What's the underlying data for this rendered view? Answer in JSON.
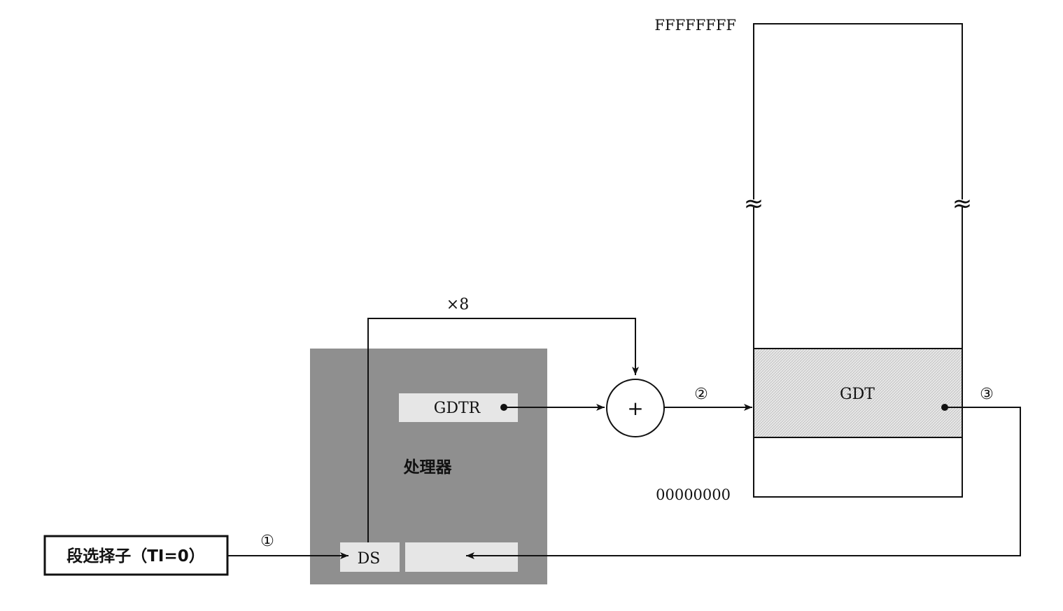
{
  "selector_label": "段选择子（TI=0）",
  "step_labels": {
    "step1": "①",
    "step2": "②",
    "step3": "③"
  },
  "multiply_label": "×8",
  "processor_label": "处理器",
  "gdtr_label": "GDTR",
  "ds_label": "DS",
  "adder_symbol": "+",
  "gdt_label": "GDT",
  "memory_top_address": "FFFFFFFF",
  "memory_bottom_address": "00000000",
  "break_symbol": "≈",
  "colors": {
    "processor_fill": "#8f8f8f",
    "register_fill": "#e6e6e6",
    "gdt_fill": "#e4e4e4",
    "line": "#111111"
  }
}
